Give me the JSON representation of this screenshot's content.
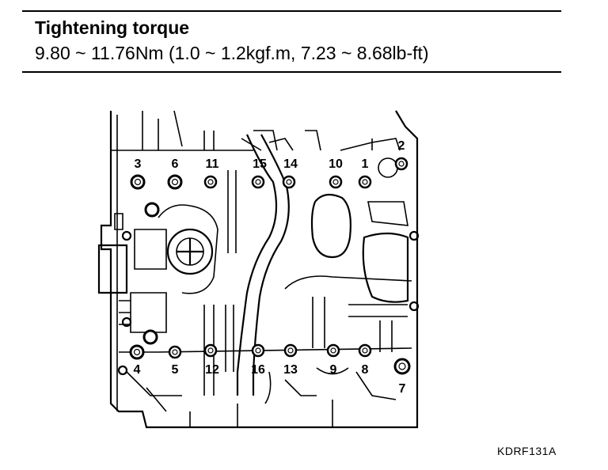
{
  "spec": {
    "title": "Tightening torque",
    "value": "9.80 ~ 11.76Nm (1.0 ~ 1.2kgf.m, 7.23 ~ 8.68lb-ft)"
  },
  "bolts": [
    {
      "label": "1"
    },
    {
      "label": "2"
    },
    {
      "label": "3"
    },
    {
      "label": "4"
    },
    {
      "label": "5"
    },
    {
      "label": "6"
    },
    {
      "label": "7"
    },
    {
      "label": "8"
    },
    {
      "label": "9"
    },
    {
      "label": "10"
    },
    {
      "label": "11"
    },
    {
      "label": "12"
    },
    {
      "label": "13"
    },
    {
      "label": "14"
    },
    {
      "label": "15"
    },
    {
      "label": "16"
    }
  ],
  "figure_code": "KDRF131A"
}
